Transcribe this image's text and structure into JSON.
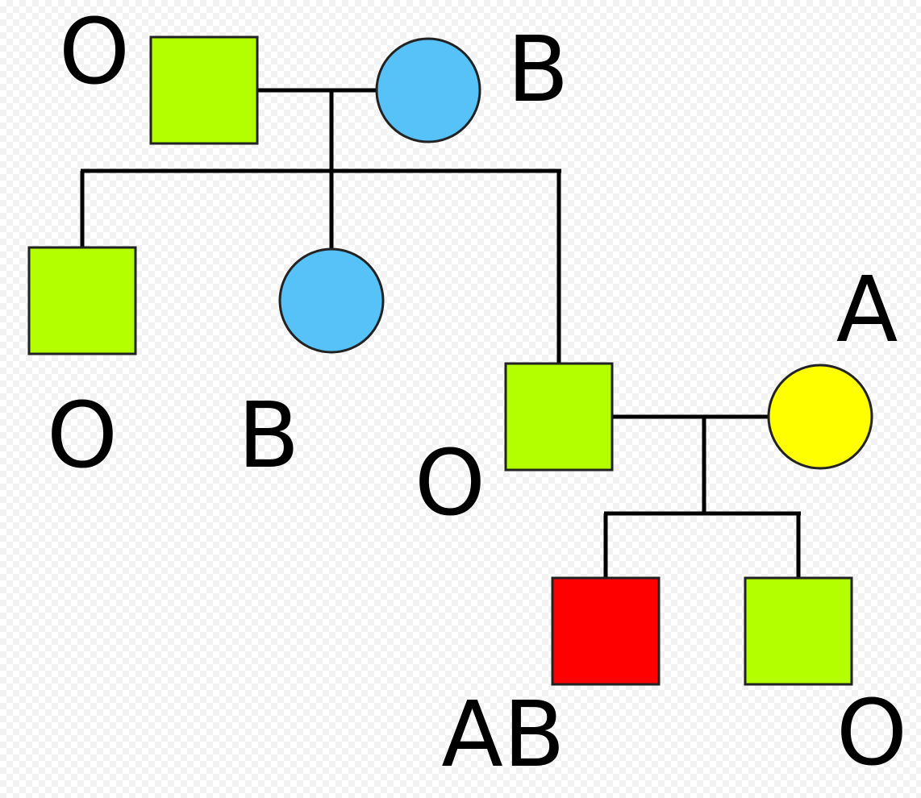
{
  "colors": {
    "O": "#b3ff00",
    "B": "#56c2f7",
    "A": "#ffff00",
    "AB": "#ff0000",
    "line": "#000000"
  },
  "people": {
    "grandfather": {
      "sex": "male",
      "blood_type": "O",
      "label": "O"
    },
    "grandmother": {
      "sex": "female",
      "blood_type": "B",
      "label": "B"
    },
    "son_1": {
      "sex": "male",
      "blood_type": "O",
      "label": "O"
    },
    "daughter": {
      "sex": "female",
      "blood_type": "B",
      "label": "B"
    },
    "son_2": {
      "sex": "male",
      "blood_type": "O",
      "label": "O"
    },
    "spouse": {
      "sex": "female",
      "blood_type": "A",
      "label": "A"
    },
    "grandson_1": {
      "sex": "male",
      "blood_type": "AB",
      "label": "AB"
    },
    "grandson_2": {
      "sex": "male",
      "blood_type": "O",
      "label": "O"
    }
  }
}
